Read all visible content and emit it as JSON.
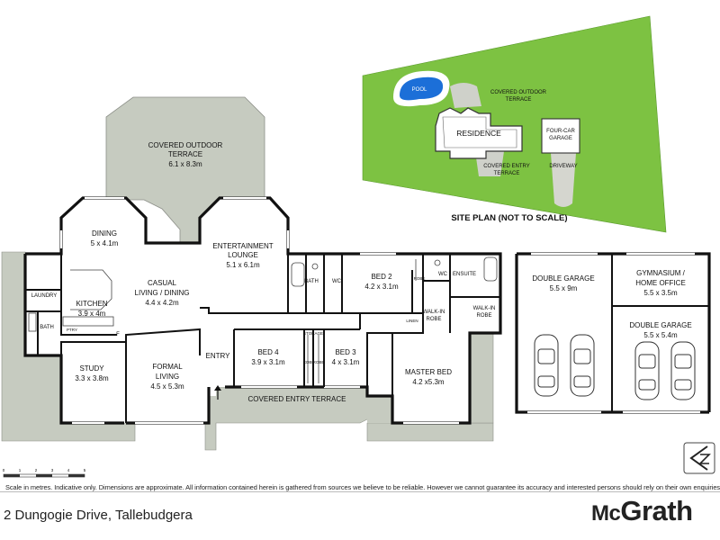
{
  "site_plan": {
    "title": "SITE PLAN (NOT TO SCALE)",
    "pool": "POOL",
    "covered_outdoor_terrace": [
      "COVERED OUTDOOR",
      "TERRACE"
    ],
    "residence": "RESIDENCE",
    "four_car_garage": [
      "FOUR-CAR",
      "GARAGE"
    ],
    "covered_entry_terrace": [
      "COVERED ENTRY",
      "TERRACE"
    ],
    "driveway": "DRIVEWAY",
    "lawn_color": "#7dc242"
  },
  "rooms": {
    "covered_outdoor_terrace": {
      "name": [
        "COVERED OUTDOOR",
        "TERRACE"
      ],
      "dims": "6.1 x 8.3m"
    },
    "dining": {
      "name": "DINING",
      "dims": "5 x 4.1m"
    },
    "entertainment_lounge": {
      "name": "ENTERTAINMENT",
      "name2": "LOUNGE",
      "dims": "5.1 x 6.1m"
    },
    "casual_living": {
      "name": "CASUAL",
      "name2": "LIVING / DINING",
      "dims": "4.4 x 4.2m"
    },
    "kitchen": {
      "name": "KITCHEN",
      "dims": "3.9 x 4m"
    },
    "laundry": {
      "name": "LAUNDRY"
    },
    "bath_left": {
      "name": "BATH"
    },
    "ptry": {
      "name": "PTRY"
    },
    "f": {
      "name": "F"
    },
    "study": {
      "name": "STUDY",
      "dims": "3.3 x 3.8m"
    },
    "formal_living": {
      "name": "FORMAL",
      "name2": "LIVING",
      "dims": "4.5 x 5.3m"
    },
    "entry": {
      "name": "ENTRY"
    },
    "bath_mid": {
      "name": "BATH"
    },
    "wc_mid": {
      "name": "WC"
    },
    "bed2": {
      "name": "BED 2",
      "dims": "4.2 x 3.1m"
    },
    "robe_bed2": {
      "name": "ROBE"
    },
    "wc_right": {
      "name": "WC"
    },
    "ensuite": {
      "name": "ENSUITE"
    },
    "walkin_robe_1": {
      "name": "WALK-IN",
      "name2": "ROBE"
    },
    "walkin_robe_2": {
      "name": "WALK-IN",
      "name2": "ROBE"
    },
    "linen": {
      "name": "LINEN"
    },
    "storage": {
      "name": "STORAGE"
    },
    "bed4": {
      "name": "BED 4",
      "dims": "3.9 x 3.1m"
    },
    "robe_bed4": {
      "name": "ROBE"
    },
    "robe_bed3": {
      "name": "ROBE"
    },
    "bed3": {
      "name": "BED 3",
      "dims": "4 x 3.1m"
    },
    "master_bed": {
      "name": "MASTER BED",
      "dims": "4.2 x5.3m"
    },
    "covered_entry_terrace": {
      "name": "COVERED ENTRY TERRACE"
    },
    "double_garage_1": {
      "name": "DOUBLE GARAGE",
      "dims": "5.5 x 9m"
    },
    "gymnasium": {
      "name": "GYMNASIUM /",
      "name2": "HOME OFFICE",
      "dims": "5.5 x 3.5m"
    },
    "double_garage_2": {
      "name": "DOUBLE GARAGE",
      "dims": "5.5 x 5.4m"
    }
  },
  "scale_bar": {
    "ticks": [
      "0",
      "1",
      "2",
      "3",
      "4",
      "5"
    ]
  },
  "compass_icon": "north-compass-icon",
  "colors": {
    "terrace_fill": "#c6cbc0",
    "floor_fill": "#ffffff",
    "wall": "#111111",
    "lawn": "#7dc242",
    "path": "#cfd1ca"
  },
  "footer": {
    "disclaimer": "Scale in metres. Indicative only. Dimensions are approximate. All information contained herein is gathered from sources we believe to be reliable. However we cannot guarantee its accuracy and interested persons should rely on their own enquiries.",
    "address": "2 Dungogie Drive, Tallebudgera",
    "brand_mc": "Mc",
    "brand_grath": "Grath"
  }
}
